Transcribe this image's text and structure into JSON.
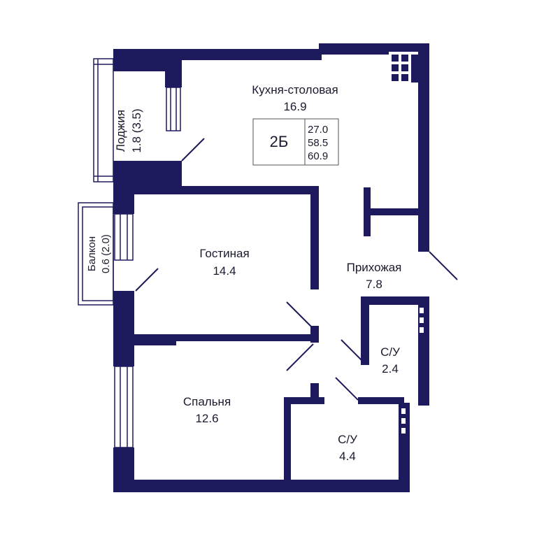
{
  "colors": {
    "wall": "#1e1a5e",
    "text": "#1a1a2e",
    "background": "#ffffff",
    "badge_border": "#555555"
  },
  "rooms": {
    "kitchen": {
      "name": "Кухня-столовая",
      "area": "16.9"
    },
    "loggia": {
      "name": "Лоджия",
      "area": "1.8 (3.5)"
    },
    "balcony": {
      "name": "Балкон",
      "area": "0.6 (2.0)"
    },
    "living": {
      "name": "Гостиная",
      "area": "14.4"
    },
    "hallway": {
      "name": "Прихожая",
      "area": "7.8"
    },
    "bath1": {
      "name": "С/У",
      "area": "2.4"
    },
    "bedroom": {
      "name": "Спальня",
      "area": "12.6"
    },
    "bath2": {
      "name": "С/У",
      "area": "4.4"
    }
  },
  "apartment": {
    "type": "2Б",
    "areas": [
      "27.0",
      "58.5",
      "60.9"
    ]
  }
}
